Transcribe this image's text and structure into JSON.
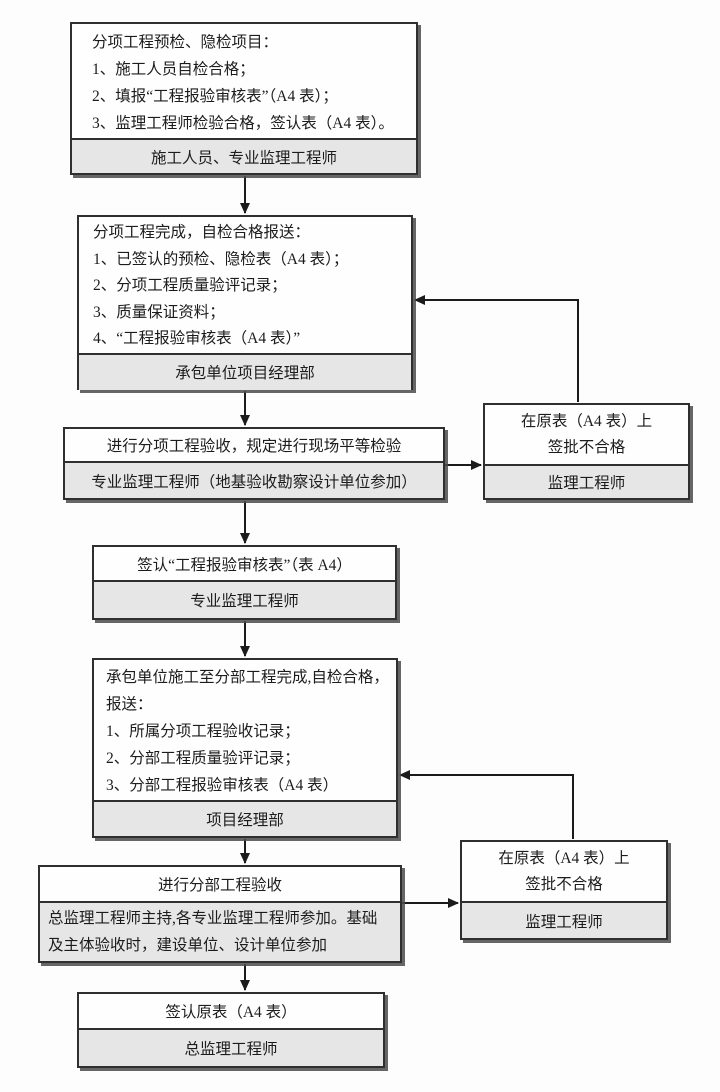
{
  "diagram": {
    "title_hint": "工程报验流程图",
    "colors": {
      "background": "#fdfdfd",
      "box_bg": "#fefefe",
      "footer_bg": "#e6e6e6",
      "border": "#2f2f2f",
      "line": "#1b1b1b",
      "text": "#1c1c1c"
    },
    "boxes": {
      "box1": {
        "lines": [
          "分项工程预检、隐检项目：",
          "1、施工人员自检合格；",
          "2、填报“工程报验审核表”（A4 表）；",
          "3、监理工程师检验合格，签认表（A4 表）。"
        ],
        "footer": "施工人员、专业监理工程师"
      },
      "box2": {
        "lines": [
          "分项工程完成，自检合格报送：",
          "1、已签认的预检、隐检表（A4 表）；",
          "2、分项工程质量验评记录；",
          "3、质量保证资料；",
          "4、“工程报验审核表（A4 表）”"
        ],
        "footer": "承包单位项目经理部"
      },
      "box3": {
        "title": "进行分项工程验收，规定进行现场平等检验",
        "footer": "专业监理工程师（地基验收勘察设计单位参加）"
      },
      "reject1": {
        "line1": "在原表（A4 表）上",
        "line2": "签批不合格",
        "footer": "监理工程师"
      },
      "box4": {
        "title": "签认“工程报验审核表”（表 A4）",
        "footer": "专业监理工程师"
      },
      "box5": {
        "lines": [
          "承包单位施工至分部工程完成,自检合格，报送：",
          "1、所属分项工程验收记录；",
          "2、分部工程质量验评记录；",
          "3、分部工程报验审核表（A4 表）"
        ],
        "footer": "项目经理部"
      },
      "box6": {
        "title": "进行分部工程验收",
        "body": "总监理工程师主持,各专业监理工程师参加。基础及主体验收时，建设单位、设计单位参加"
      },
      "reject2": {
        "line1": "在原表（A4 表）上",
        "line2": "签批不合格",
        "footer": "监理工程师"
      },
      "box7": {
        "title": "签认原表（A4 表）",
        "footer": "总监理工程师"
      }
    }
  }
}
